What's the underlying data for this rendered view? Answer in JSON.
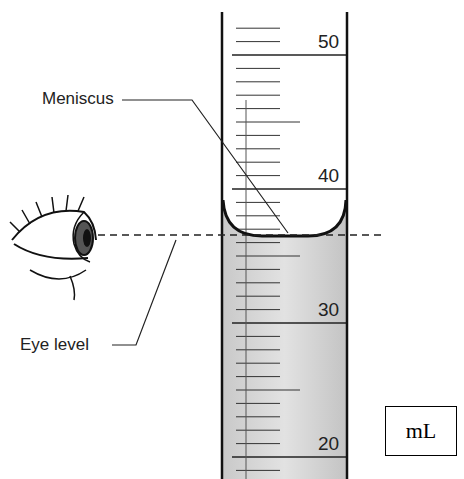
{
  "diagram": {
    "nodes": [
      {
        "text": [
          "mL"
        ]
      }
    ],
    "labels": [
      "Meniscus",
      "Eye level",
      "50",
      "40",
      "30",
      "20"
    ]
  }
}
